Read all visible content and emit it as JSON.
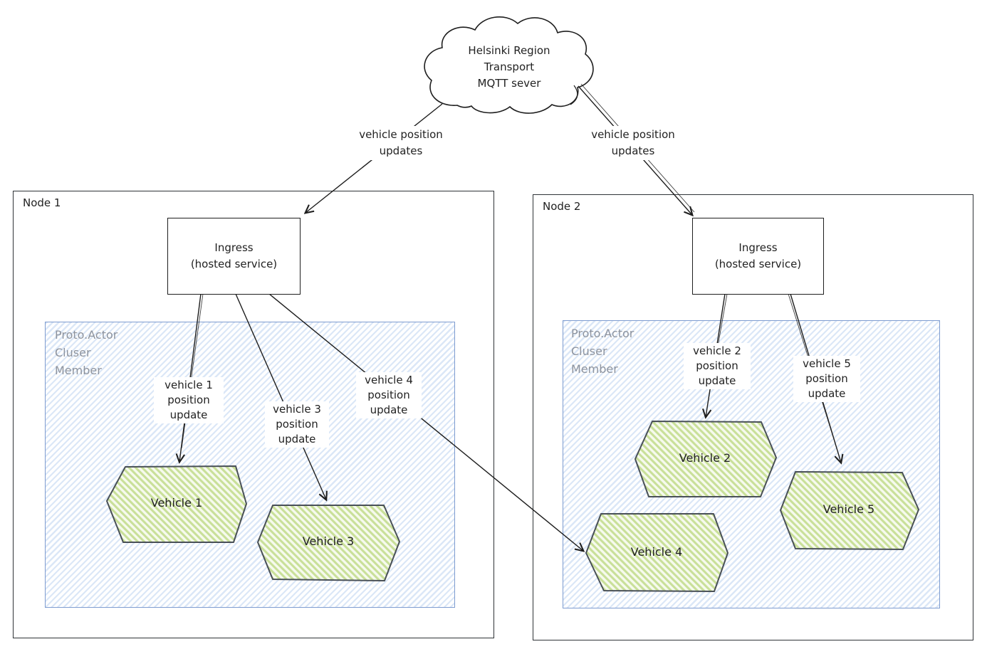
{
  "diagram": {
    "cloud": {
      "label": "Helsinki Region\nTransport\nMQTT sever"
    },
    "edge_labels": {
      "left_updates": "vehicle position\nupdates",
      "right_updates": "vehicle position\nupdates"
    },
    "node1": {
      "title": "Node 1",
      "ingress": "Ingress\n(hosted service)",
      "cluster_label": "Proto.Actor\nCluser\nMember",
      "update_labels": {
        "v1": "vehicle 1\nposition\nupdate",
        "v3": "vehicle 3\nposition\nupdate",
        "v4": "vehicle 4\nposition\nupdate"
      },
      "vehicles": {
        "v1": "Vehicle 1",
        "v3": "Vehicle 3"
      }
    },
    "node2": {
      "title": "Node 2",
      "ingress": "Ingress\n(hosted service)",
      "cluster_label": "Proto.Actor\nCluser\nMember",
      "update_labels": {
        "v2": "vehicle 2\nposition\nupdate",
        "v5": "vehicle 5\nposition\nupdate"
      },
      "vehicles": {
        "v2": "Vehicle 2",
        "v4": "Vehicle 4",
        "v5": "Vehicle 5"
      }
    },
    "colors": {
      "ink": "#1e1e1e",
      "blue-border": "#7e9cd0",
      "blue-stripe": "#dbe7f7",
      "green-stripe": "#c9e099",
      "green-bg": "#f6faee",
      "hex-stroke": "#495057",
      "gray-text": "#8d939e"
    }
  }
}
